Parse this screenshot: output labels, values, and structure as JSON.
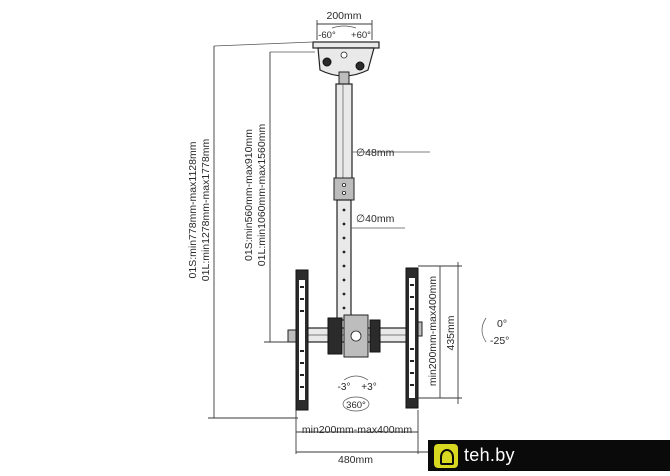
{
  "labels": {
    "top_width": "200mm",
    "rot_left": "-60°",
    "rot_right": "+60°",
    "tube_outer": "∅48mm",
    "tube_inner": "∅40mm",
    "height_s": "01S:min778mm-max1128mm",
    "height_l": "01L:min1278mm-max1778mm",
    "pole_s": "01S:min560mm-max910mm",
    "pole_l": "01L:min1060mm-max1560mm",
    "vesa_v": "min200mm-max400mm",
    "plate_h": "435mm",
    "tilt_up": "0°",
    "tilt_down": "-25°",
    "swivel_left": "-3°",
    "swivel_right": "+3°",
    "rotation": "360°",
    "vesa_h": "min200mm-max400mm",
    "width_total": "480mm"
  },
  "logo": {
    "text": "teh.by",
    "color": "#d8d820"
  }
}
